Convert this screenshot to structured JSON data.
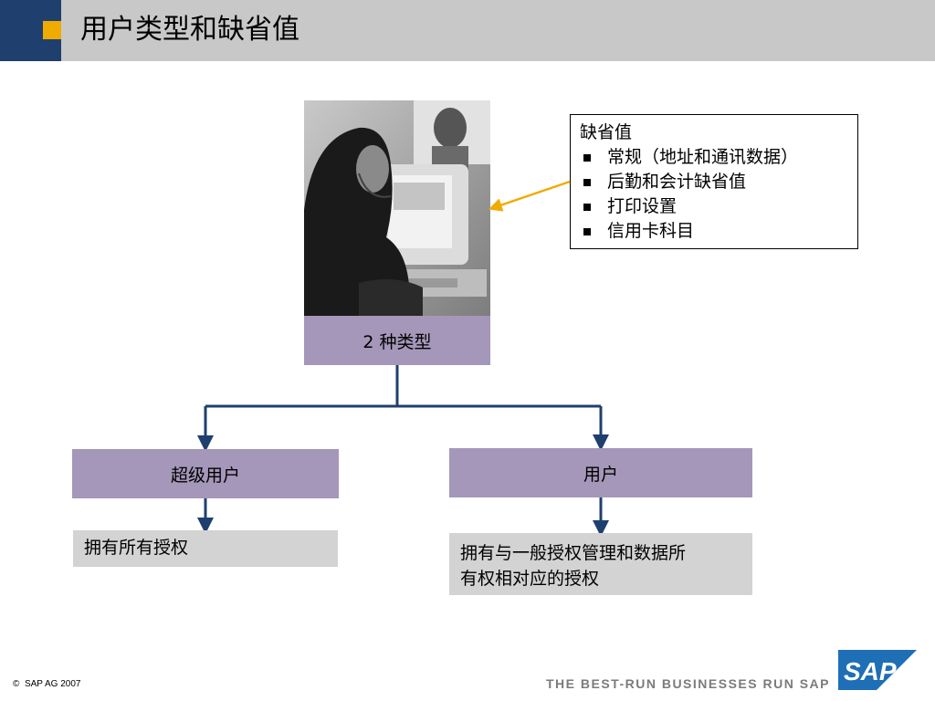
{
  "header": {
    "title": "用户类型和缺省值"
  },
  "photo_caption": "2 种类型",
  "defaults": {
    "heading": "缺省值",
    "items": [
      "常规（地址和通讯数据）",
      "后勤和会计缺省值",
      "打印设置",
      "信用卡科目"
    ]
  },
  "roles": {
    "super": {
      "label": "超级用户",
      "desc": "拥有所有授权"
    },
    "user": {
      "label": "用户",
      "desc_line1": "拥有与一般授权管理和数据所",
      "desc_line2": "有权相对应的授权"
    }
  },
  "footer": {
    "copyright": "SAP AG 2007",
    "copyright_symbol": "©",
    "tagline": "THE BEST-RUN BUSINESSES RUN SAP",
    "logo_text": "SAP"
  },
  "colors": {
    "header_blue": "#1f3f6e",
    "header_gray": "#c8c8c8",
    "accent_orange": "#f0ab00",
    "box_purple": "#a497b9",
    "box_gray": "#d3d3d3",
    "connector": "#1f3f6e",
    "arrow_orange": "#f0ab00",
    "sap_blue": "#1f6fb7"
  }
}
